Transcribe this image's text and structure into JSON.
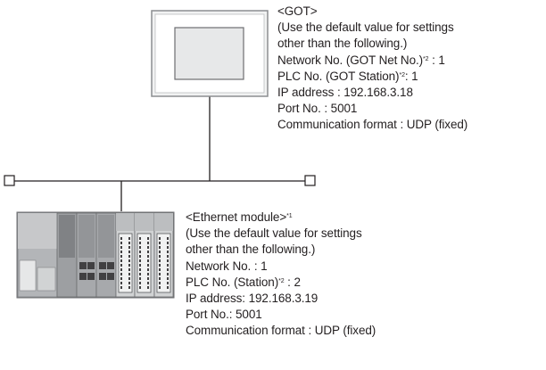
{
  "got": {
    "heading": "<GOT>",
    "note_line1": "(Use the default value for settings",
    "note_line2": "other than the following.)",
    "network_label": "Network No. (GOT Net No.)",
    "network_sup": "*2",
    "network_value": " : 1",
    "plc_label": "PLC No. (GOT Station)",
    "plc_sup": "*2",
    "plc_value": ": 1",
    "ip": "IP address : 192.168.3.18",
    "port": "Port No. : 5001",
    "comm": "Communication format : UDP (fixed)"
  },
  "ethernet_module": {
    "heading": "<Ethernet module>",
    "heading_sup": "*1",
    "note_line1": "(Use the default value for settings",
    "note_line2": "other than the following.)",
    "network": "Network No. : 1",
    "plc_label": "PLC No. (Station)",
    "plc_sup": "*2",
    "plc_value": " : 2",
    "ip": "IP address: 192.168.3.19",
    "port": "Port No.: 5001",
    "comm": "Communication format : UDP (fixed)"
  },
  "colors": {
    "line": "#231f20",
    "got_frame": "#8c8e91",
    "got_screen": "#e7e8e9",
    "plc_body": "#a7a9ac",
    "plc_dark": "#58595b",
    "plc_light": "#d1d3d4"
  },
  "icons": [
    "got-display-icon",
    "plc-rack-icon",
    "network-terminator-icon"
  ]
}
